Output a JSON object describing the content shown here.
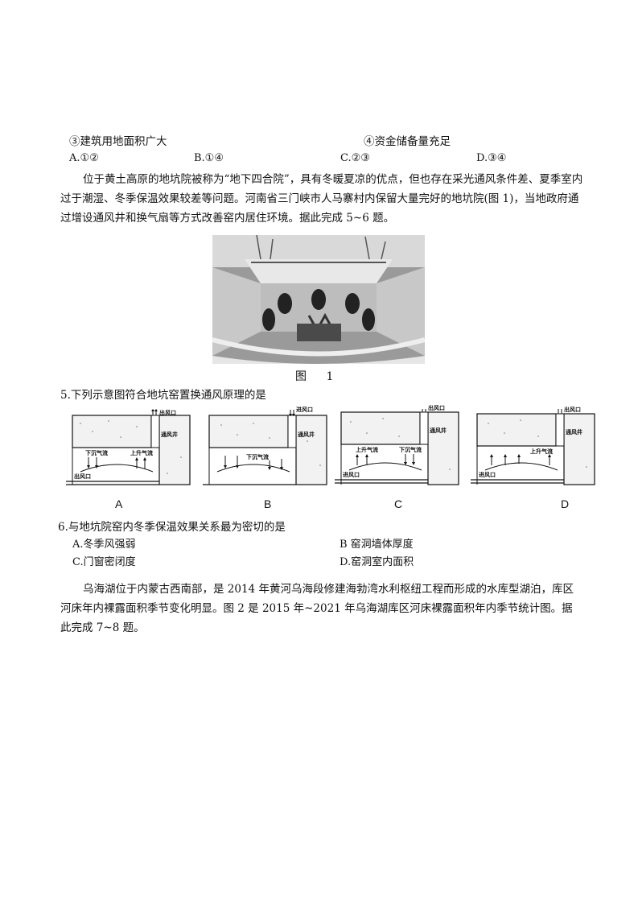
{
  "q4_options_top": {
    "item3": "③建筑用地面积广大",
    "item4": "④资金储备量充足"
  },
  "q4_choices": [
    "A.①②",
    "B.①④",
    "C.②③",
    "D.③④"
  ],
  "passage1": "位于黄土高原的地坑院被称为“地下四合院”，具有冬暖夏凉的优点，但也存在采光通风条件差、夏季室内过于潮湿、冬季保温效果较差等问题。河南省三门峡市人马寨村内保留大量完好的地坑院(图 1)，当地政府通过增设通风井和换气扇等方式改善窑内居住环境。据此完成 5~6 题。",
  "figure1_caption": "图 1",
  "q5": {
    "stem": "5.下列示意图符合地坑窑置换通风原理的是",
    "diagrams": [
      {
        "label": "A",
        "top_port": "出风口",
        "shaft": "通风井",
        "left_flow": "下沉气流",
        "right_flow": "上升气流",
        "bottom_port": "出风口"
      },
      {
        "label": "B",
        "top_port": "进风口",
        "shaft": "通风井",
        "left_flow": "",
        "right_flow": "下沉气流",
        "bottom_port": ""
      },
      {
        "label": "C",
        "top_port": "出风口",
        "shaft": "通风井",
        "left_flow": "上升气流",
        "right_flow": "下沉气流",
        "bottom_port": "进风口"
      },
      {
        "label": "D",
        "top_port": "出风口",
        "shaft": "通风井",
        "left_flow": "",
        "right_flow": "上升气流",
        "bottom_port": "进风口"
      }
    ]
  },
  "q6": {
    "stem": "6.与地坑院窑内冬季保温效果关系最为密切的是",
    "choices": [
      "A.冬季风强弱",
      "B 窑洞墙体厚度",
      "C.门窗密闭度",
      "D.窑洞室内面积"
    ]
  },
  "passage2": "乌海湖位于内蒙古西南部，是 2014 年黄河乌海段修建海勃湾水利枢纽工程而形成的水库型湖泊，库区河床年内裸露面积季节变化明显。图 2 是 2015 年~2021 年乌海湖库区河床裸露面积年内季节统计图。据此完成 7~8 题。"
}
